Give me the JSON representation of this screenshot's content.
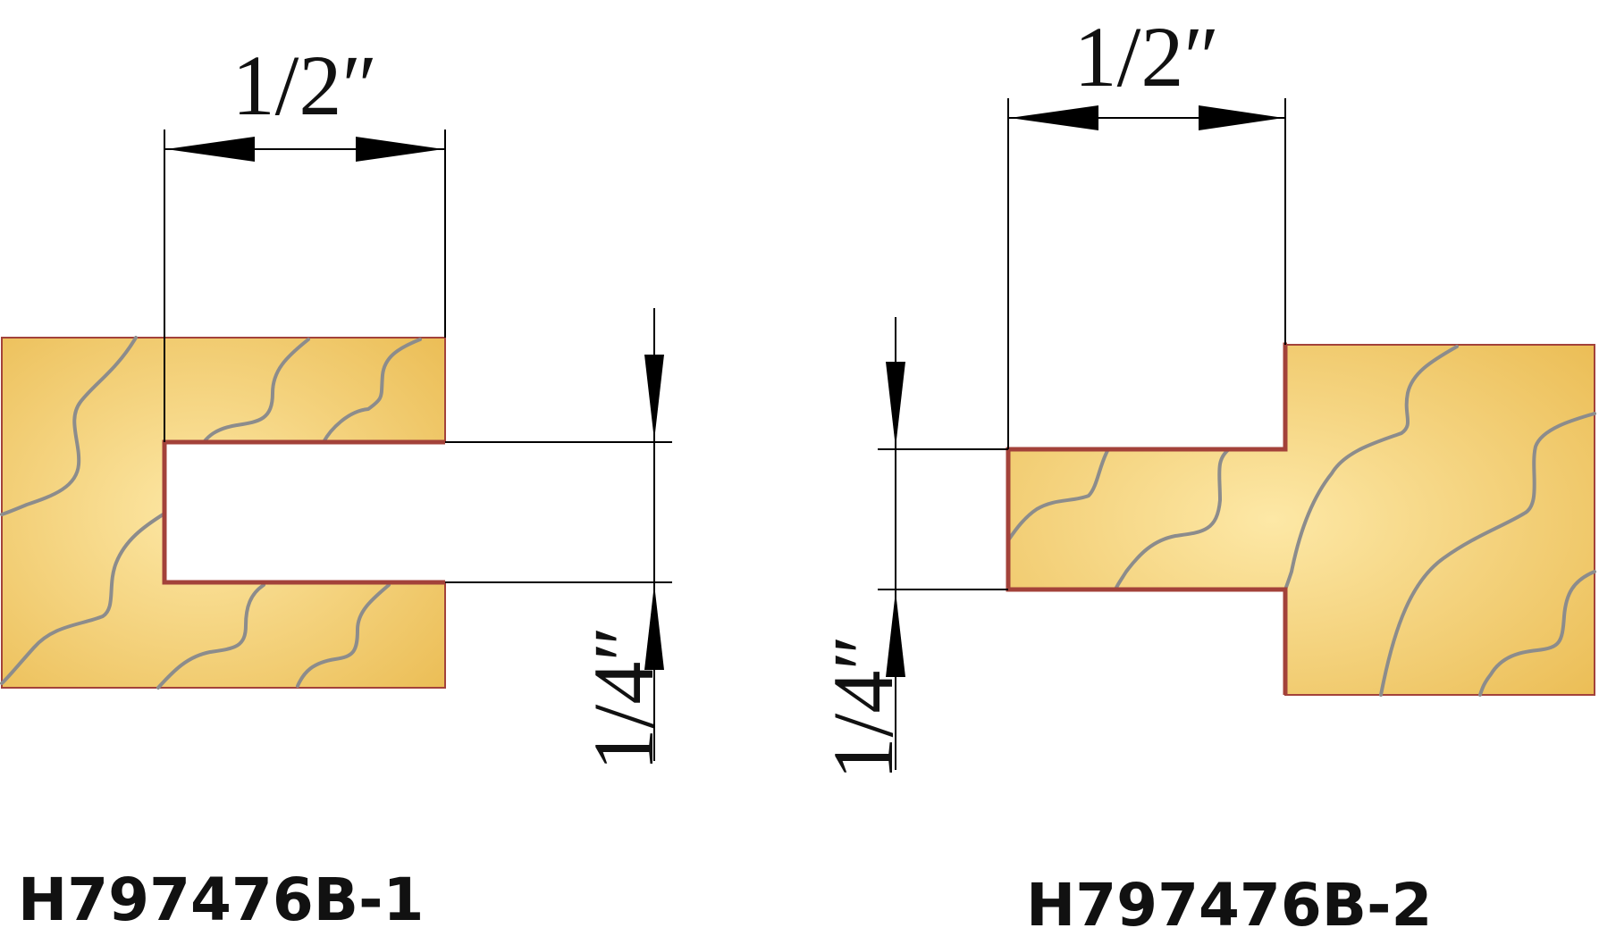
{
  "colors": {
    "wood_light": "#fbe7a8",
    "wood_dark": "#eab94d",
    "cut_line": "#a3423a",
    "grain": "#8c8c8c",
    "dimension": "#000000"
  },
  "figure_1": {
    "width_dim": "1/2″",
    "depth_dim": "1/4″",
    "part_label": "H797476B-1"
  },
  "figure_2": {
    "width_dim": "1/2″",
    "depth_dim": "1/4″",
    "part_label": "H797476B-2"
  }
}
